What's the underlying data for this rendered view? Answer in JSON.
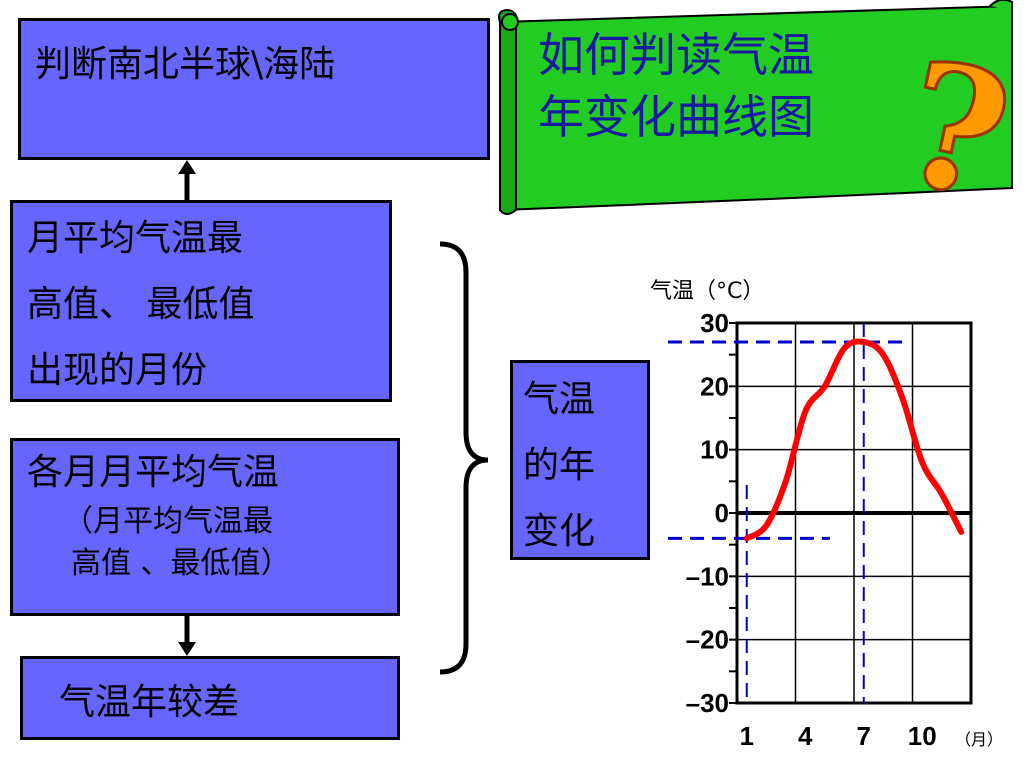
{
  "title": {
    "line1": "如何判读气温",
    "line2": "年变化曲线图"
  },
  "boxes": {
    "hemisphere": "判断南北半球\\海陆",
    "extremes": [
      "月平均气温最",
      "高值、 最低值",
      "出现的月份"
    ],
    "monthly": [
      "各月月平均气温",
      "（月平均气温最",
      "高值 、最低值）"
    ],
    "range": "气温年较差",
    "annual_change": [
      "气温",
      "的年",
      "变化"
    ]
  },
  "decor": {
    "question_mark": "?"
  },
  "chart_data": {
    "type": "line",
    "ylabel": "气温（°C）",
    "xunit": "（月）",
    "x_ticks": [
      "1",
      "4",
      "7",
      "10"
    ],
    "y_ticks": [
      "30",
      "20",
      "10",
      "0",
      "–10",
      "–20",
      "–30"
    ],
    "ylim": [
      -30,
      30
    ],
    "xlim": [
      0.5,
      12.5
    ],
    "grid": true,
    "series": [
      {
        "color": "#ff0000",
        "x": [
          1,
          2,
          3,
          4,
          5,
          6,
          7,
          8,
          9,
          10,
          11,
          12
        ],
        "y": [
          -4,
          -2,
          5,
          16,
          20,
          26,
          27,
          25,
          18,
          8,
          3,
          -3
        ]
      }
    ],
    "reference_lines": {
      "max_value": 27,
      "max_month": 7,
      "min_value": -4,
      "min_month": 1,
      "color": "#0000cc"
    }
  }
}
